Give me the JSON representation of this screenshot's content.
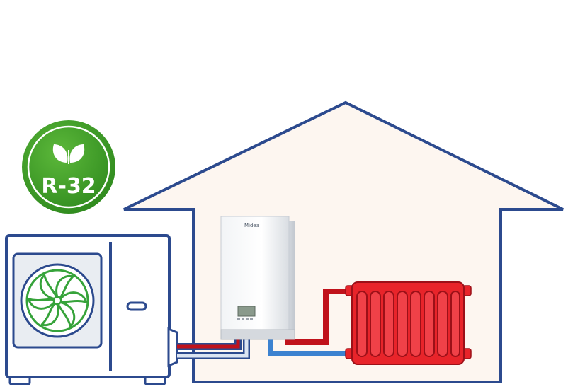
{
  "badge": {
    "label": "R-32",
    "color": "#3f9a2a",
    "ring_color": "#ffffff",
    "icon": "leaf-icon"
  },
  "indoor_unit": {
    "brand": "Midea"
  },
  "colors": {
    "house_outline": "#2c4a8e",
    "house_fill": "#fdf6f0",
    "hot_pipe": "#c0121b",
    "cold_pipe": "#3c82d0",
    "radiator": "#e8242a",
    "radiator_dark": "#9c1018",
    "fan": "#36a33a",
    "outdoor_outline": "#2c4a8e"
  },
  "icons": [
    "leaf-icon",
    "fan-icon",
    "radiator-icon",
    "house-outline"
  ]
}
